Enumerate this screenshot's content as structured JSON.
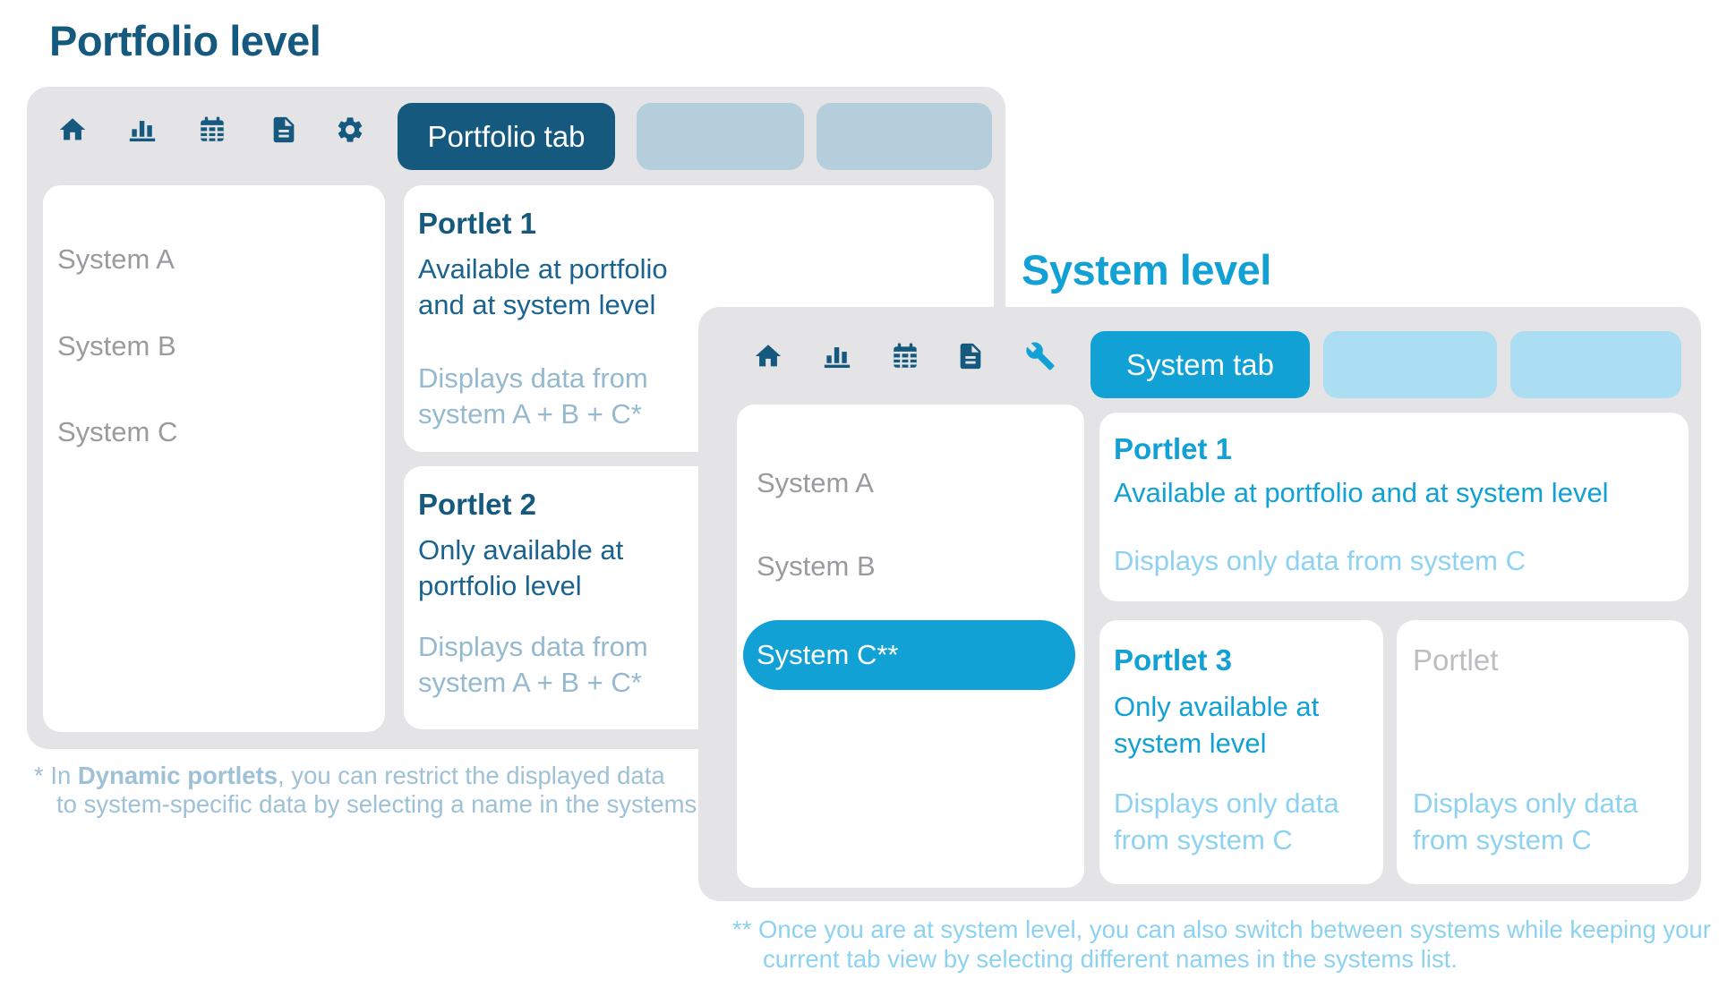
{
  "colors": {
    "dark_blue": "#15597E",
    "teal_text": "#1A6390",
    "muted_steel": "#95B9CE",
    "steel_tab": "#B5CEDB",
    "cyan": "#12A1D5",
    "light_cyan_tab": "#ABDDF3",
    "light_cyan_text": "#8DD2F0",
    "panel_gray": "#E4E4E6",
    "gray_text": "#9B9B9F",
    "gray_title": "#BDBDC1"
  },
  "portfolio": {
    "heading": "Portfolio level",
    "toolbar_icons": [
      "home-icon",
      "bar-chart-icon",
      "calendar-icon",
      "document-icon",
      "gear-icon"
    ],
    "active_tab": "Portfolio tab",
    "sidebar": {
      "items": [
        "System A",
        "System B",
        "System C"
      ]
    },
    "portlet1": {
      "title": "Portlet 1",
      "body": [
        "Available at portfolio",
        "and at system level"
      ],
      "muted": [
        "Displays data from",
        "system A + B + C*"
      ]
    },
    "portlet2": {
      "title": "Portlet 2",
      "body": [
        "Only available at",
        "portfolio level"
      ],
      "muted": [
        "Displays data from",
        "system A + B + C*"
      ]
    },
    "footnote": {
      "prefix": "* In ",
      "bold": "Dynamic portlets",
      "rest": ", you can restrict the displayed data",
      "line2": "to system-specific data by selecting a name in the systems list."
    }
  },
  "system": {
    "heading": "System level",
    "toolbar_icons": [
      "home-icon",
      "bar-chart-icon",
      "calendar-icon",
      "document-icon",
      "wrench-icon"
    ],
    "active_tab": "System tab",
    "sidebar": {
      "items": [
        "System A",
        "System B"
      ],
      "selected": "System C**"
    },
    "portlet1": {
      "title": "Portlet 1",
      "body": "Available at portfolio and at system level",
      "muted": "Displays only data from system C"
    },
    "portlet3": {
      "title": "Portlet 3",
      "body": [
        "Only available at",
        "system level"
      ],
      "muted": [
        "Displays only data",
        "from system C"
      ]
    },
    "portlet_placeholder": {
      "title": "Portlet",
      "muted": [
        "Displays only data",
        "from system C"
      ]
    },
    "footnote": {
      "line1": "** Once you are at system level, you can also switch between systems while keeping your",
      "line2": "current tab view by selecting different names in the systems list."
    }
  }
}
